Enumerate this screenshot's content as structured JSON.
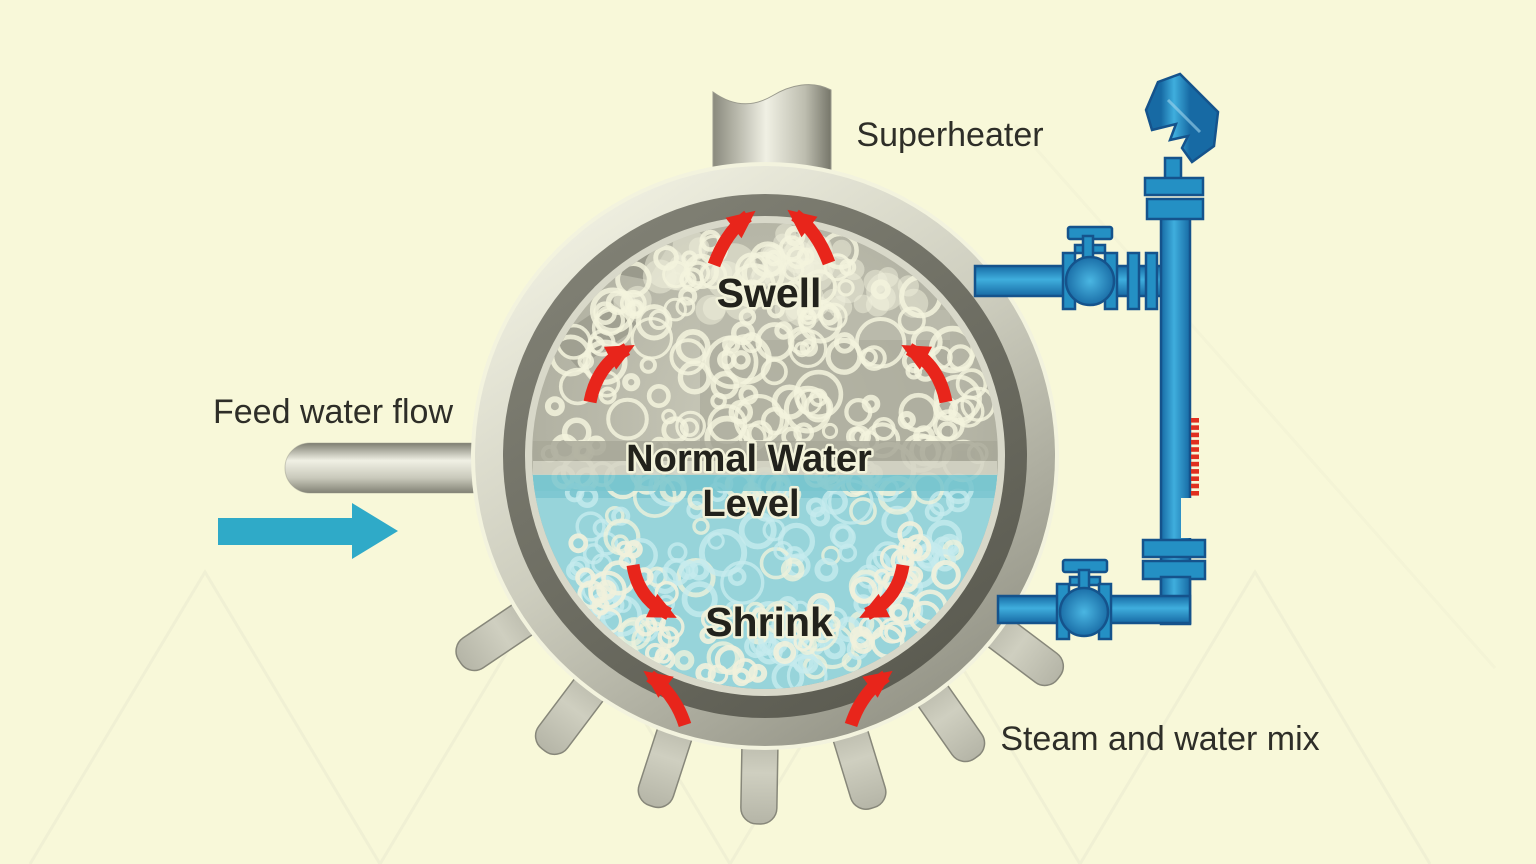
{
  "labels": {
    "superheater": "Superheater",
    "feed_water_flow": "Feed water flow",
    "steam_and_water_mix": "Steam and water mix",
    "swell": "Swell",
    "normal_water_level_line1": "Normal Water",
    "normal_water_level_line2": "Level",
    "shrink": "Shrink"
  },
  "colors": {
    "background": "#F8F8D9",
    "label_text": "#2E2E28",
    "drum_label_text": "#22221C",
    "circulation_arrow_red": "#E8251B",
    "flow_arrow_teal": "#2FAAC8",
    "gauge_pipe_blue": "#2490C4",
    "gauge_pipe_outline": "#15538C",
    "water_teal": "#97D4DA",
    "foam_cream": "#F3F3DD",
    "drum_metal_light": "#EFEFE0",
    "drum_metal_dark": "#5B5B51",
    "gauge_tick_red": "#E03020"
  },
  "gauge": {
    "tick_count": 11
  }
}
